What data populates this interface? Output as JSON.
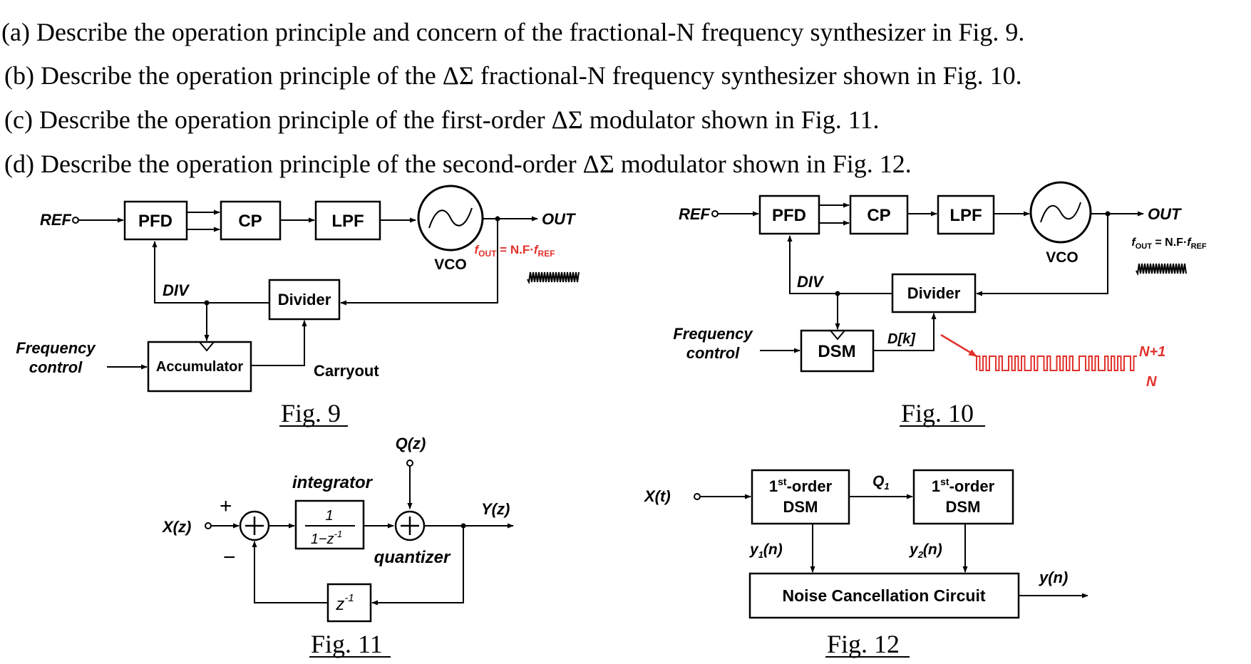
{
  "questions": {
    "a": "(a) Describe the operation principle and concern of the fractional-N frequency synthesizer in Fig. 9.",
    "b": "(b) Describe the operation principle of the ΔΣ fractional-N frequency synthesizer shown in Fig. 10.",
    "c": "(c) Describe the operation principle of the first-order ΔΣ modulator shown in Fig. 11.",
    "d": "(d) Describe the operation principle of the second-order ΔΣ modulator shown in Fig. 12."
  },
  "fig9": {
    "caption": "Fig. 9",
    "ref": "REF",
    "pfd": "PFD",
    "cp": "CP",
    "lpf": "LPF",
    "vco": "VCO",
    "out": "OUT",
    "fout_f": "f",
    "fout_sub": "OUT",
    "fout_mid": " = N.F·",
    "fout_f2": "f",
    "fout_sub2": "REF",
    "div": "DIV",
    "divider": "Divider",
    "freq_line1": "Frequency",
    "freq_line2": "control",
    "accumulator": "Accumulator",
    "carryout": "Carryout"
  },
  "fig10": {
    "caption": "Fig. 10",
    "ref": "REF",
    "pfd": "PFD",
    "cp": "CP",
    "lpf": "LPF",
    "vco": "VCO",
    "out": "OUT",
    "fout_f": "f",
    "fout_sub": "OUT",
    "fout_mid": " = N.F·",
    "fout_f2": "f",
    "fout_sub2": "REF",
    "div": "DIV",
    "divider": "Divider",
    "freq_line1": "Frequency",
    "freq_line2": "control",
    "dsm": "DSM",
    "dk": "D[k]",
    "n_plus_1": "N+1",
    "n": "N"
  },
  "fig11": {
    "caption": "Fig. 11",
    "xz": "X(z)",
    "plus": "+",
    "minus": "−",
    "integrator": "integrator",
    "num": "1",
    "den": "1−z",
    "den_exp": "-1",
    "qz": "Q(z)",
    "quantizer": "quantizer",
    "yz": "Y(z)",
    "delay": "z",
    "delay_exp": "-1"
  },
  "fig12": {
    "caption": "Fig. 12",
    "xt": "X(t)",
    "dsm1_line1_a": "1",
    "dsm1_line1_sup": "st",
    "dsm1_line1_b": "-order",
    "dsm1_line2": "DSM",
    "dsm2_line1_a": "1",
    "dsm2_line1_sup": "st",
    "dsm2_line1_b": "-order",
    "dsm2_line2": "DSM",
    "q1": "Q",
    "q1_sub": "1",
    "y1": "y",
    "y1_sub": "1",
    "y1_tail": "(n)",
    "y2": "y",
    "y2_sub": "2",
    "y2_tail": "(n)",
    "ncc": "Noise Cancellation Circuit",
    "yn": "y(n)"
  }
}
